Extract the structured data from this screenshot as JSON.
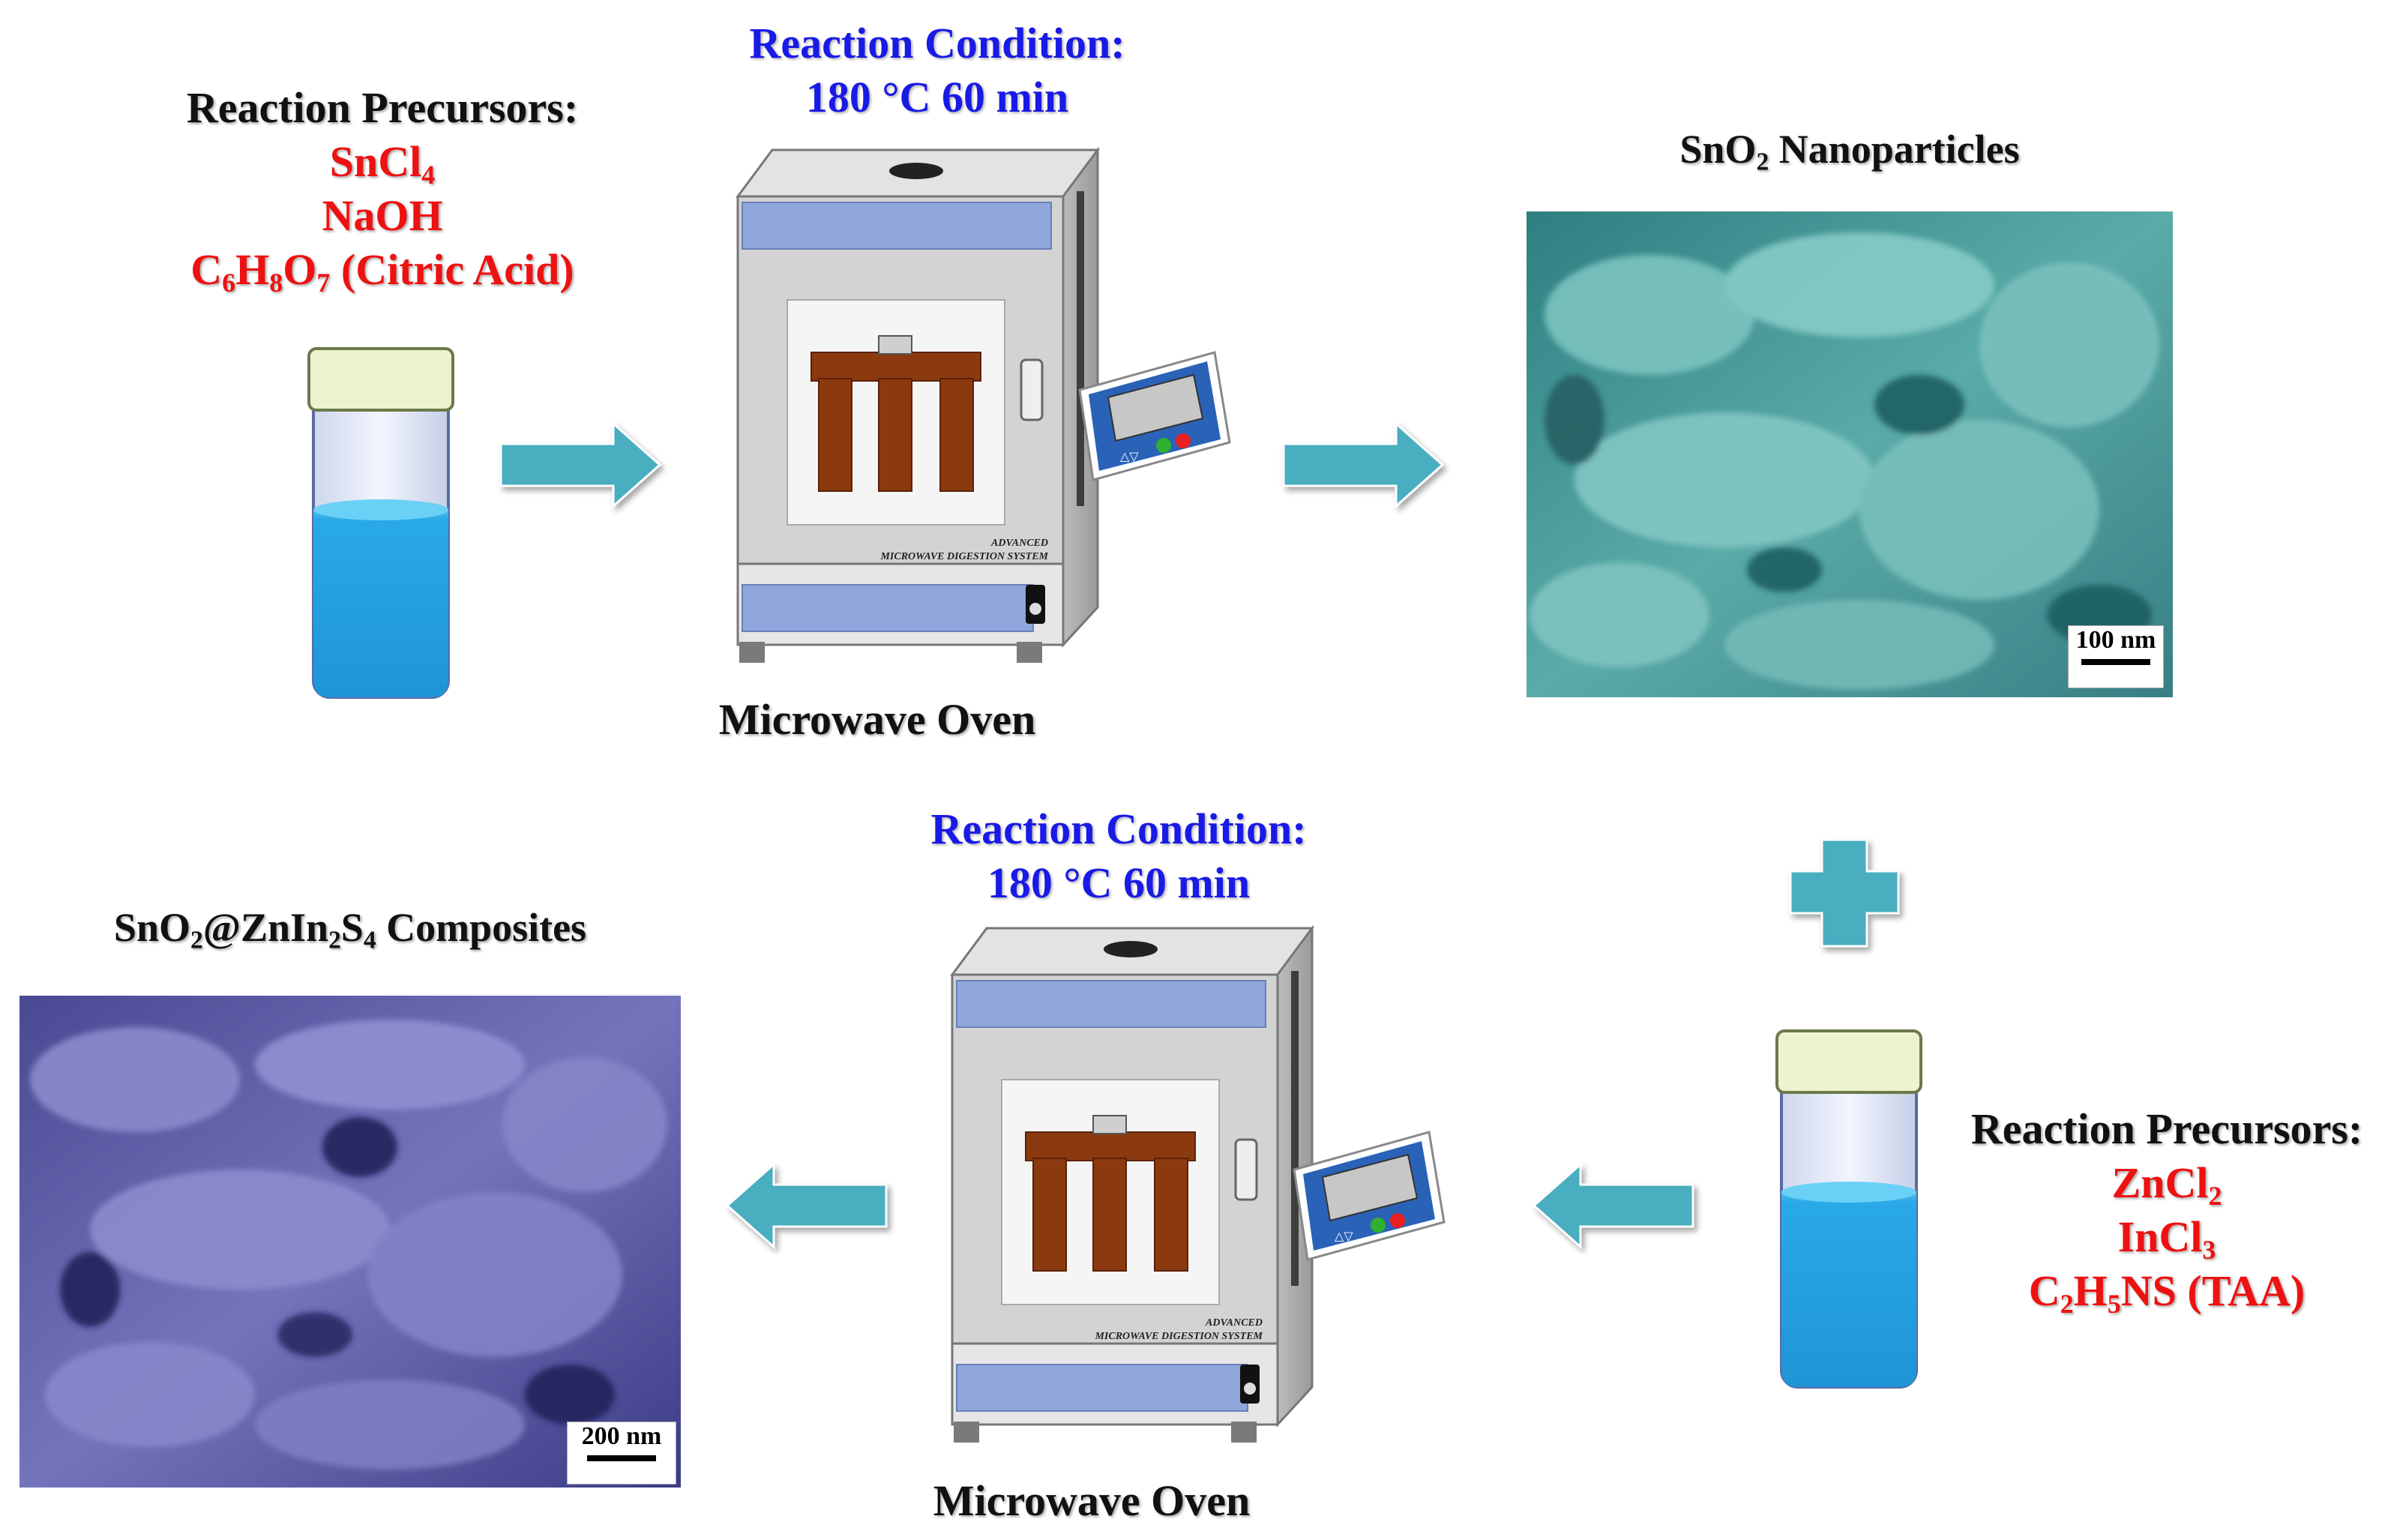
{
  "top": {
    "precursors": {
      "heading": "Reaction Precursors:",
      "chem1": "SnCl",
      "chem1_sub": "4",
      "chem2": "NaOH",
      "chem3_a": "C",
      "chem3_s1": "6",
      "chem3_b": "H",
      "chem3_s2": "8",
      "chem3_c": "O",
      "chem3_s3": "7",
      "chem3_d": " (Citric Acid)"
    },
    "condition": {
      "heading": "Reaction Condition:",
      "value": "180 °C 60 min"
    },
    "oven": {
      "label": "Microwave Oven",
      "panel_line1": "ADVANCED",
      "panel_line2": "MICROWAVE DIGESTION SYSTEM"
    },
    "product": {
      "title_a": "SnO",
      "title_sub": "2",
      "title_b": " Nanoparticles",
      "scale": "100 nm"
    }
  },
  "bottom": {
    "precursors": {
      "heading": "Reaction Precursors:",
      "chem1": "ZnCl",
      "chem1_sub": "2",
      "chem2": "InCl",
      "chem2_sub": "3",
      "chem3_a": "C",
      "chem3_s1": "2",
      "chem3_b": "H",
      "chem3_s2": "5",
      "chem3_c": "NS (TAA)"
    },
    "condition": {
      "heading": "Reaction Condition:",
      "value": "180 °C 60 min"
    },
    "oven": {
      "label": "Microwave Oven",
      "panel_line1": "ADVANCED",
      "panel_line2": "MICROWAVE DIGESTION SYSTEM"
    },
    "product": {
      "title_a": "SnO",
      "title_s1": "2",
      "title_b": "@ZnIn",
      "title_s2": "2",
      "title_c": "S",
      "title_s3": "4",
      "title_d": " Composites",
      "scale": "200 nm"
    }
  },
  "colors": {
    "arrow": "#4aaec0",
    "liquid": "#29a9e6",
    "cap": "#eef3cf",
    "oven_body": "#d3d3d3",
    "oven_blue": "#8fa7dc",
    "rack": "#8b3a10",
    "sem_teal": "#5aa8a6",
    "sem_purple": "#6a6ab0"
  }
}
